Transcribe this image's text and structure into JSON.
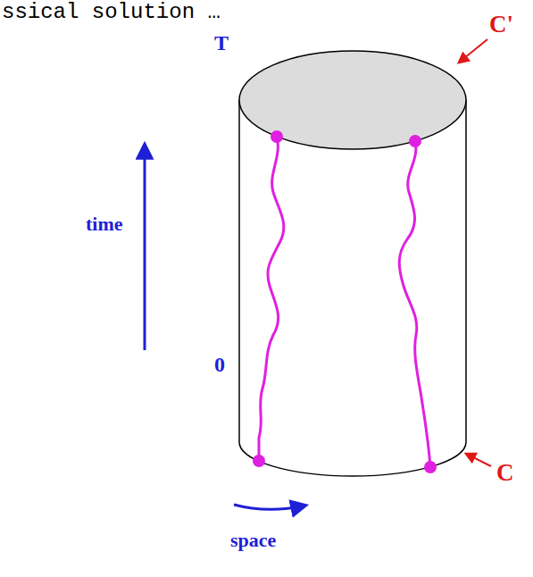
{
  "diagram": {
    "labels": [
      "ssical solution …",
      "T",
      "0",
      "time",
      "space",
      "C'",
      "C"
    ]
  }
}
